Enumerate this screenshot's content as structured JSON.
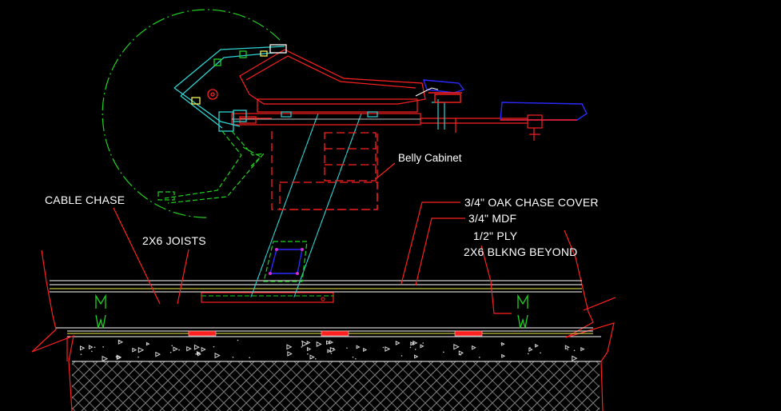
{
  "drawing": {
    "background": "#000000",
    "layer_colors": {
      "red": "#ff2020",
      "green": "#21d321",
      "cyan": "#2fd4d4",
      "white": "#ffffff",
      "yellow": "#f2f251",
      "blue": "#2a2aff",
      "magenta": "#d030d0"
    }
  },
  "labels": {
    "belly_cabinet": "Belly Cabinet",
    "cable_chase": "CABLE CHASE",
    "joists": "2X6 JOISTS",
    "oak_chase_cover": "3/4\" OAK CHASE COVER",
    "mdf": "3/4\" MDF",
    "ply": "1/2\" PLY",
    "blocking": "2X6 BLKNG BEYOND"
  }
}
